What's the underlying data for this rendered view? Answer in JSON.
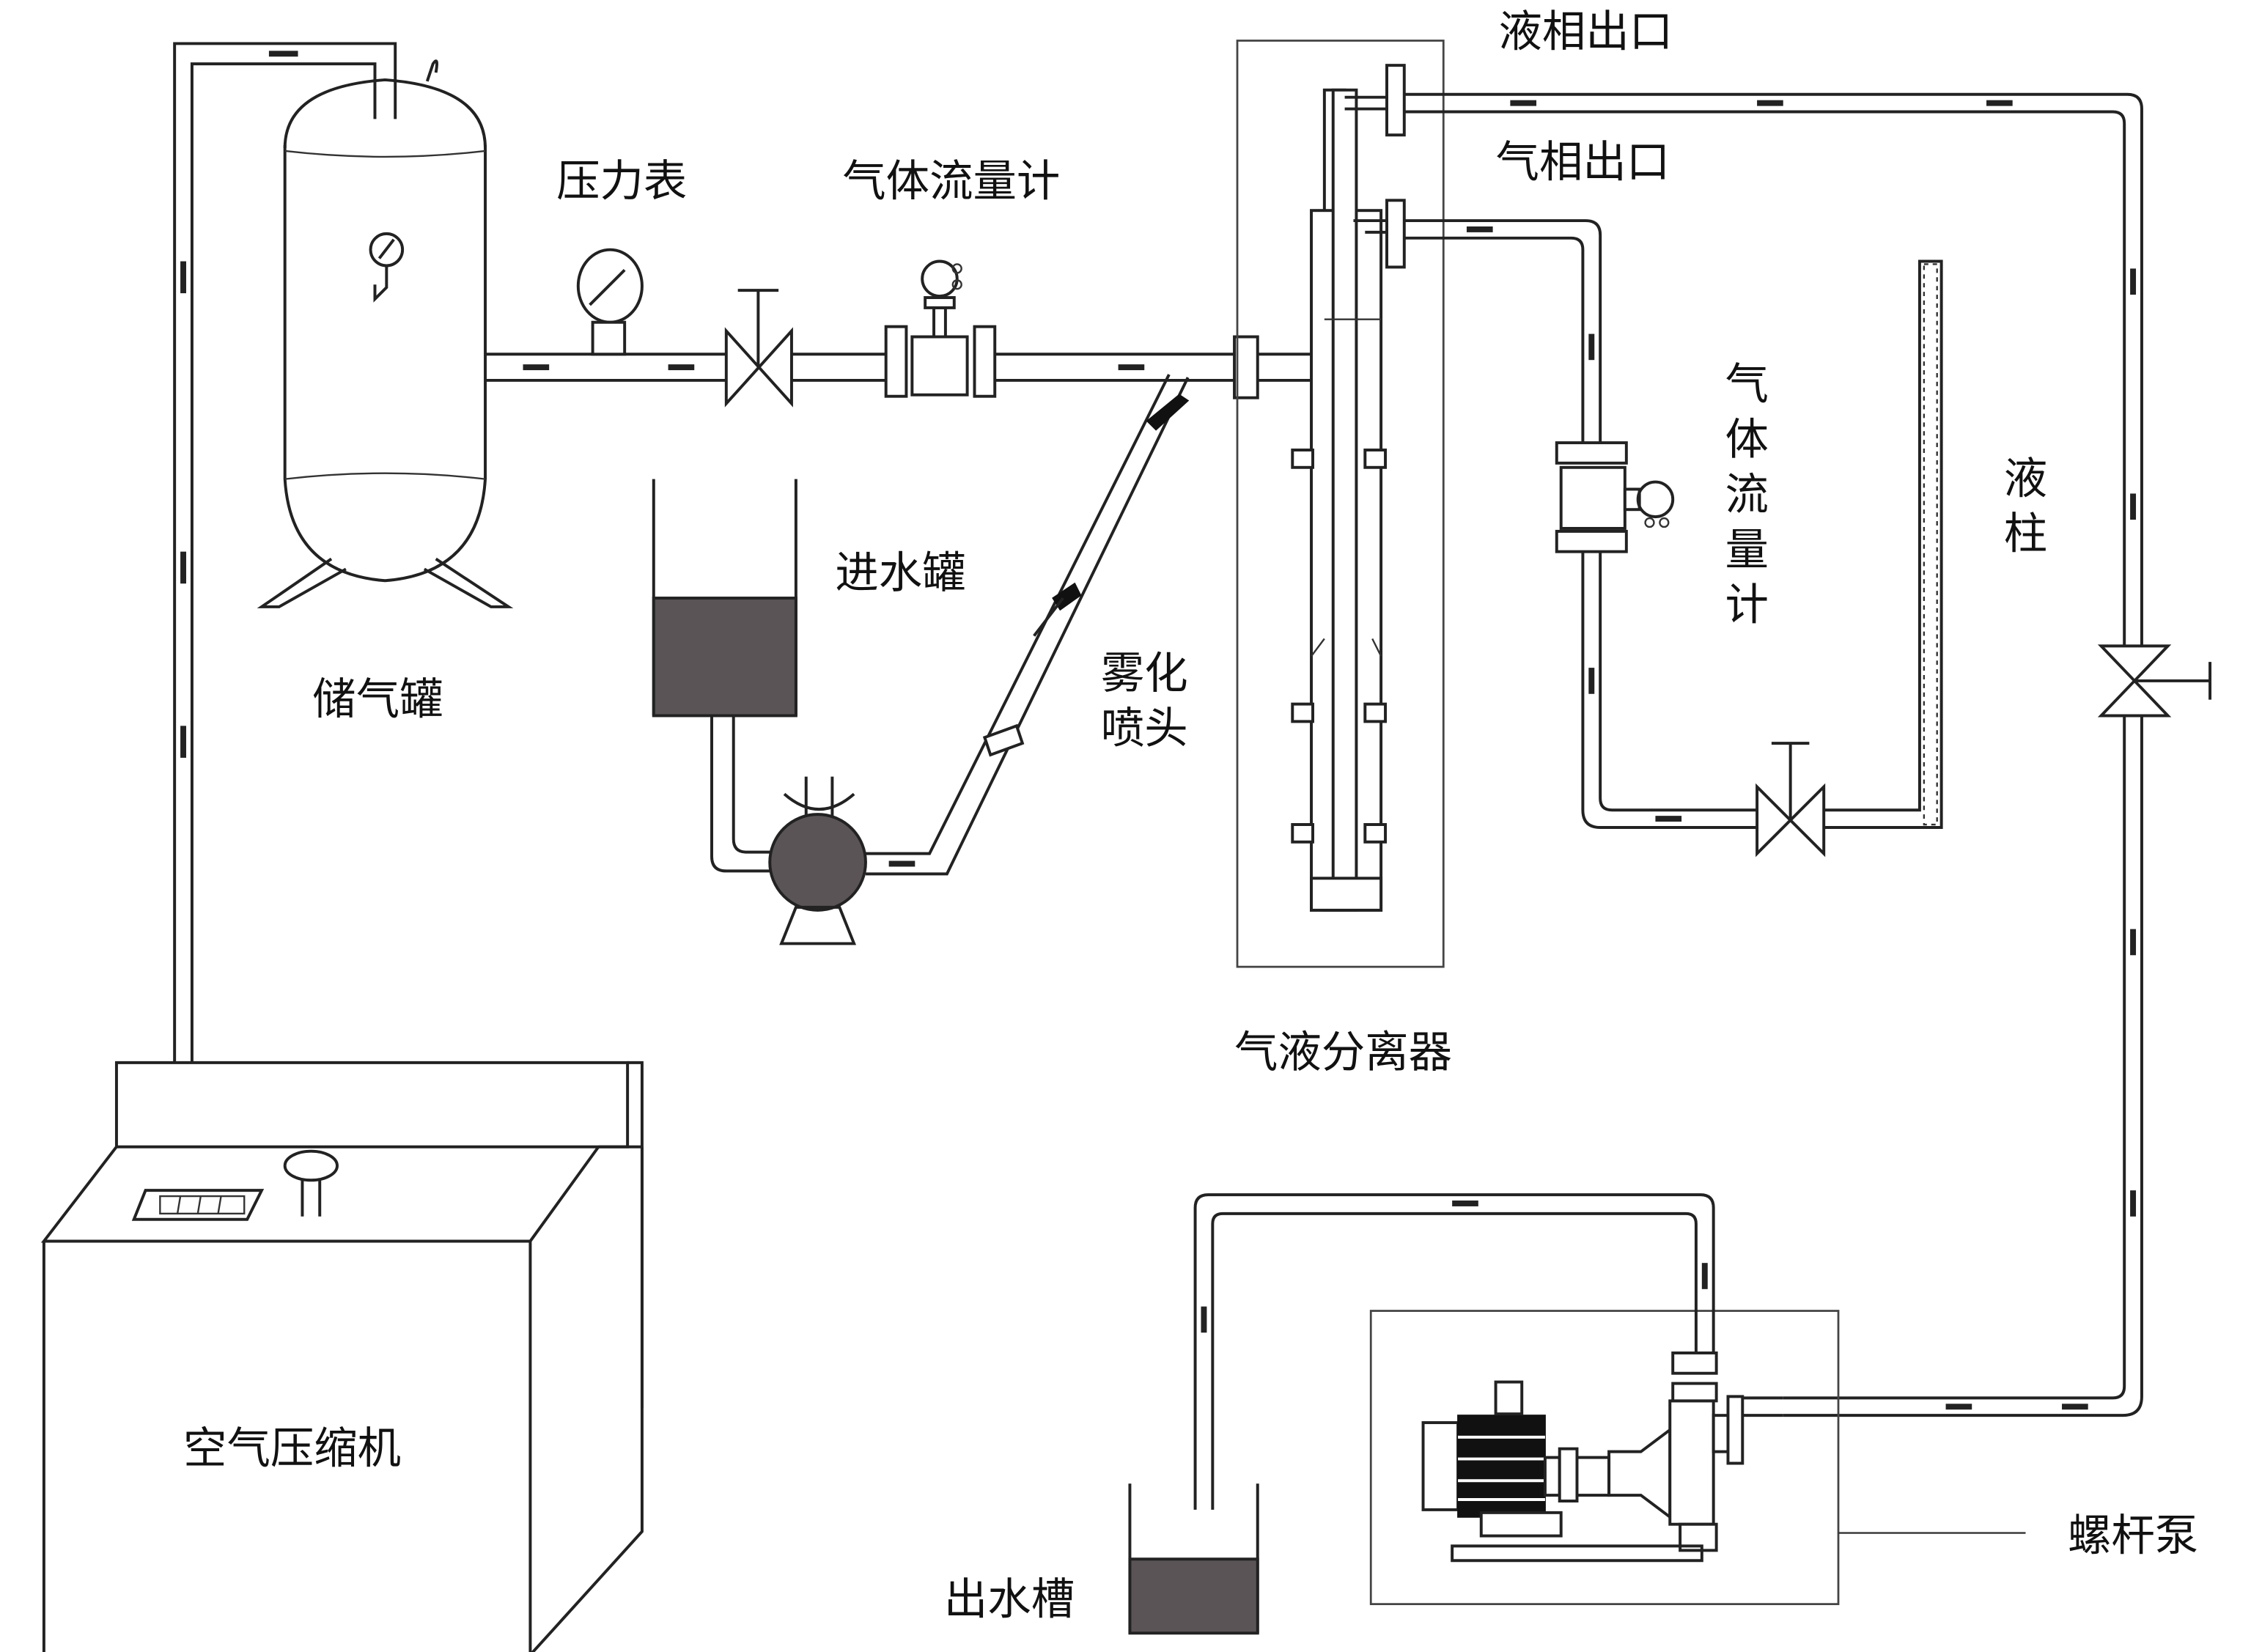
{
  "diagram": {
    "labels": {
      "pressure_gauge": "压力表",
      "gas_flowmeter_top": "气体流量计",
      "liquid_outlet": "液相出口",
      "gas_outlet": "气相出口",
      "storage_tank": "储气罐",
      "inlet_tank": "进水罐",
      "atomizing_nozzle_line1": "雾化",
      "atomizing_nozzle_line2": "喷头",
      "gas_flowmeter_vertical": [
        "气",
        "体",
        "流",
        "量",
        "计"
      ],
      "liquid_column": [
        "液",
        "柱"
      ],
      "separator": "气液分离器",
      "air_compressor": "空气压缩机",
      "outlet_tank": "出水槽",
      "screw_pump": "螺杆泵"
    },
    "components": [
      "air-compressor",
      "storage-tank",
      "pressure-gauge",
      "gate-valve",
      "gas-flowmeter",
      "inlet-water-tank",
      "water-pump",
      "atomizing-nozzle",
      "gas-liquid-separator",
      "gas-flowmeter-2",
      "throttle-valve",
      "liquid-column",
      "return-valve",
      "screw-pump",
      "outlet-water-tank"
    ],
    "colors": {
      "line": "#222222",
      "liquid_fill": "#5a5456",
      "background": "#ffffff"
    }
  }
}
